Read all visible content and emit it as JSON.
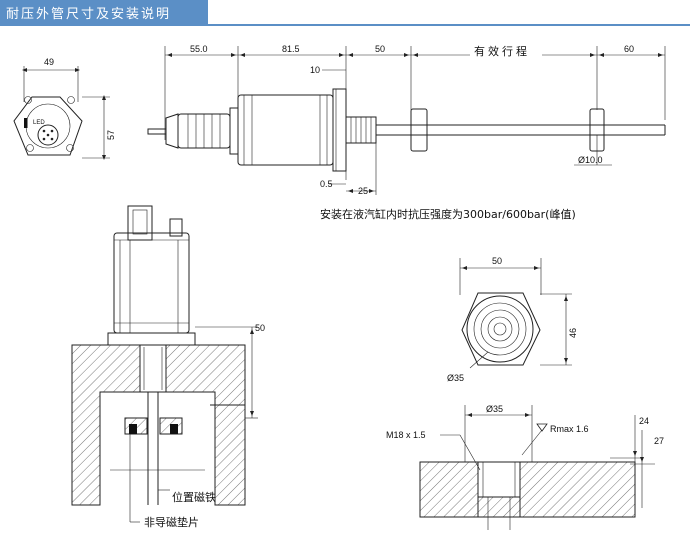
{
  "title": "耐压外管尺寸及安装说明",
  "colors": {
    "banner": "#5b8fc6",
    "line": "#222222",
    "hatch": "#555555"
  },
  "end_view": {
    "width": "49",
    "height": "57",
    "led": "LED"
  },
  "side_view": {
    "dims": [
      "55.0",
      "81.5",
      "50",
      "有效行程",
      "60"
    ],
    "d10": "10",
    "d05": "0.5",
    "d25": "25",
    "rod_dia": "Ø10.0"
  },
  "pressure_note": "安装在液汽缸内时抗压强度为300bar/600bar(峰值)",
  "mount_view": {
    "depth": "50",
    "magnet_label": "位置磁铁",
    "spacer_label": "非导磁垫片"
  },
  "flange_view": {
    "width": "50",
    "height": "46",
    "dia": "Ø35"
  },
  "port_view": {
    "thread": "M18 x 1.5",
    "bore": "Ø35",
    "rough": "Rmax 1.6",
    "d24": "24",
    "d27": "27"
  }
}
